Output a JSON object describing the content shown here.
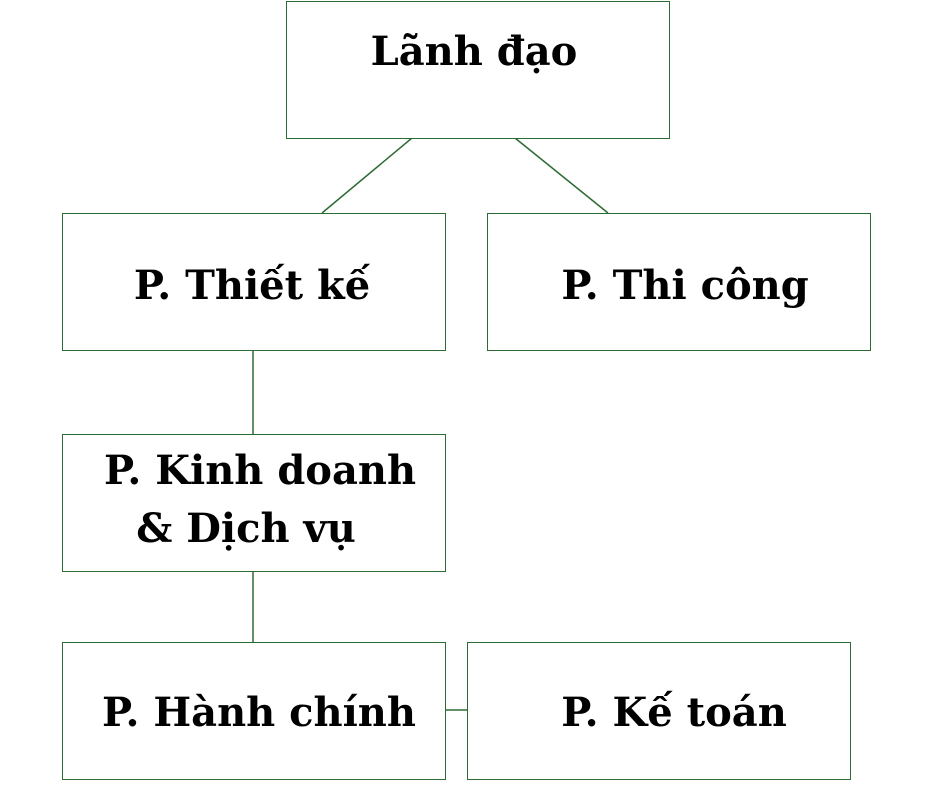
{
  "colors": {
    "border": "#2f6b35",
    "text": "#000000"
  },
  "nodes": {
    "leadership": "Lãnh đạo",
    "design": "P. Thiết kế",
    "construction": "P. Thi công",
    "business_line1": "P. Kinh doanh",
    "business_line2": "& Dịch vụ",
    "administration": "P. Hành chính",
    "accounting": "P. Kế toán"
  }
}
